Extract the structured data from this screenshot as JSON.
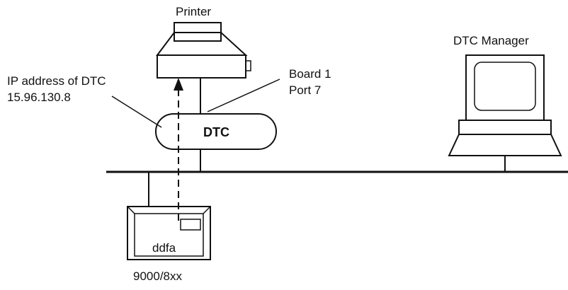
{
  "labels": {
    "printer": "Printer",
    "dtc_manager": "DTC Manager",
    "ip_line1": "IP address of DTC",
    "ip_line2": "15.96.130.8",
    "board": "Board 1",
    "port": "Port 7",
    "dtc": "DTC",
    "ddfa": "ddfa",
    "model": "9000/8xx"
  }
}
